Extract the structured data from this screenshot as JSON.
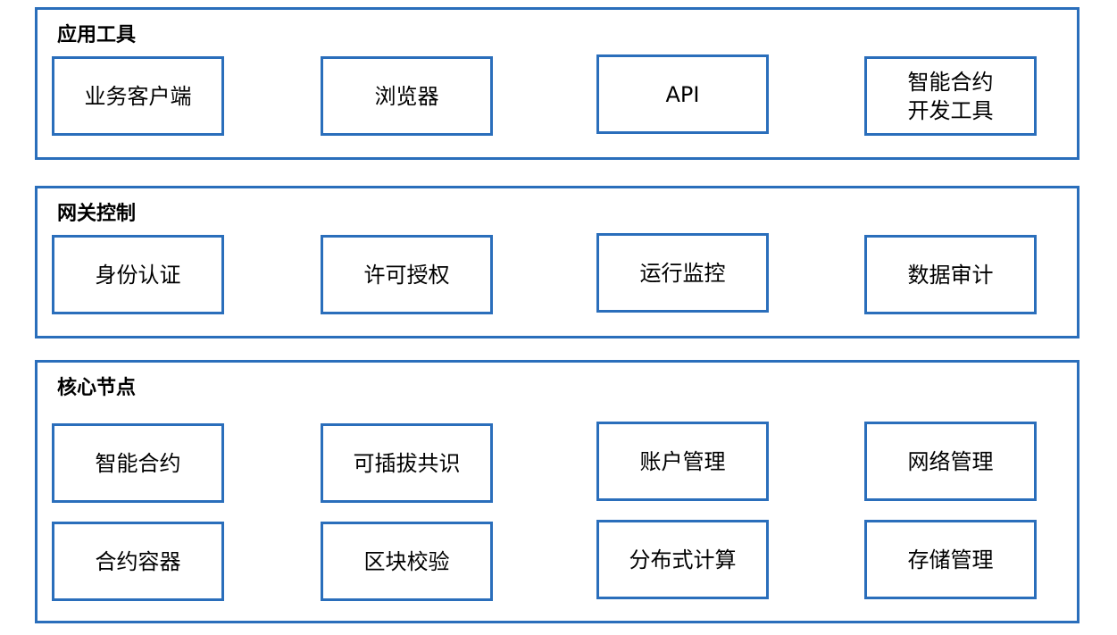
{
  "colors": {
    "border": "#2A6EBB"
  },
  "layers": [
    {
      "title": "应用工具",
      "nodes": [
        "业务客户端",
        "浏览器",
        "API",
        "智能合约\n开发工具"
      ]
    },
    {
      "title": "网关控制",
      "nodes": [
        "身份认证",
        "许可授权",
        "运行监控",
        "数据审计"
      ]
    },
    {
      "title": "核心节点",
      "nodes": [
        "智能合约",
        "可插拔共识",
        "账户管理",
        "网络管理",
        "合约容器",
        "区块校验",
        "分布式计算",
        "存储管理"
      ]
    }
  ]
}
